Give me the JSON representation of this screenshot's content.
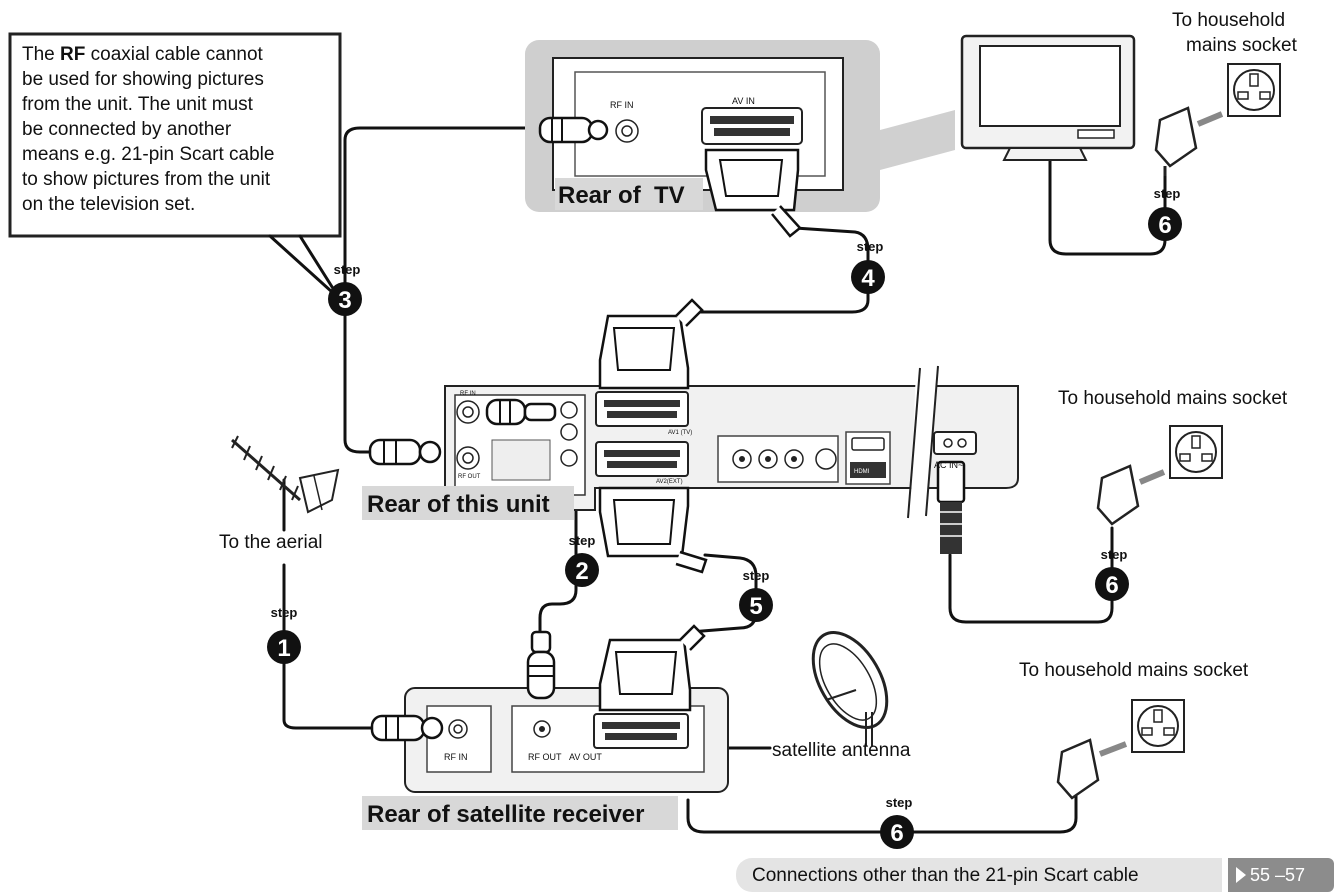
{
  "callout": {
    "line1_prefix": "The ",
    "line1_bold": "RF",
    "line1_rest": " coaxial cable cannot",
    "line2": "be used for showing pictures",
    "line3": "from the unit. The unit must",
    "line4": "be connected by another",
    "line5": "means e.g. 21-pin Scart cable",
    "line6": "to show pictures from the unit",
    "line7": "on the television set."
  },
  "tv_panel": {
    "heading": "Rear of  TV",
    "rf_in_label": "RF IN",
    "av_in_label": "AV IN"
  },
  "unit": {
    "heading": "Rear of this unit",
    "rf_in_label": "RF IN",
    "rf_out_label": "RF OUT",
    "av1_label": "AV1 (TV)",
    "av2_label": "AV2(EXT)",
    "ac_in_label": "AC IN~",
    "hdmi_label": "HDMI"
  },
  "receiver": {
    "heading": "Rear of satellite receiver",
    "rf_in_label": "RF IN",
    "rf_out_label": "RF OUT",
    "av_out_label": "AV OUT"
  },
  "labels": {
    "aerial": "To the aerial",
    "satellite": "satellite antenna",
    "mains_tv_line1": "To household",
    "mains_tv_line2": "mains socket",
    "mains_unit": "To household mains socket",
    "mains_receiver": "To household mains socket"
  },
  "steps": [
    {
      "word": "step",
      "number": "1"
    },
    {
      "word": "step",
      "number": "2"
    },
    {
      "word": "step",
      "number": "3"
    },
    {
      "word": "step",
      "number": "4"
    },
    {
      "word": "step",
      "number": "5"
    },
    {
      "word": "step",
      "number": "6"
    },
    {
      "word": "step",
      "number": "6"
    },
    {
      "word": "step",
      "number": "6"
    }
  ],
  "footer": {
    "text": "Connections other than the 21-pin Scart cable",
    "page_ref": "55 –57"
  }
}
